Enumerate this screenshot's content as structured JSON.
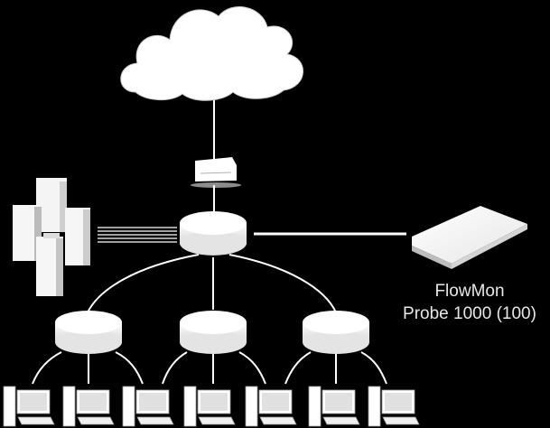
{
  "diagram": {
    "probe_label": {
      "line1": "FlowMon",
      "line2": "Probe 1000 (100)"
    },
    "colors": {
      "background": "#000000",
      "link": "#ffffff",
      "device_fill": "#f2f2f2",
      "device_shadow": "#9a9a9a"
    },
    "nodes": [
      {
        "id": "internet",
        "icon": "cloud-icon"
      },
      {
        "id": "firewall",
        "icon": "firewall-icon"
      },
      {
        "id": "core-switch",
        "icon": "switch-icon"
      },
      {
        "id": "server-cluster",
        "icon": "server-icon"
      },
      {
        "id": "flowmon-probe",
        "icon": "probe-appliance-icon"
      },
      {
        "id": "access-switch-1",
        "icon": "switch-icon"
      },
      {
        "id": "access-switch-2",
        "icon": "switch-icon"
      },
      {
        "id": "access-switch-3",
        "icon": "switch-icon"
      },
      {
        "id": "workstations",
        "icon": "workstation-icon",
        "count": 7
      }
    ]
  }
}
